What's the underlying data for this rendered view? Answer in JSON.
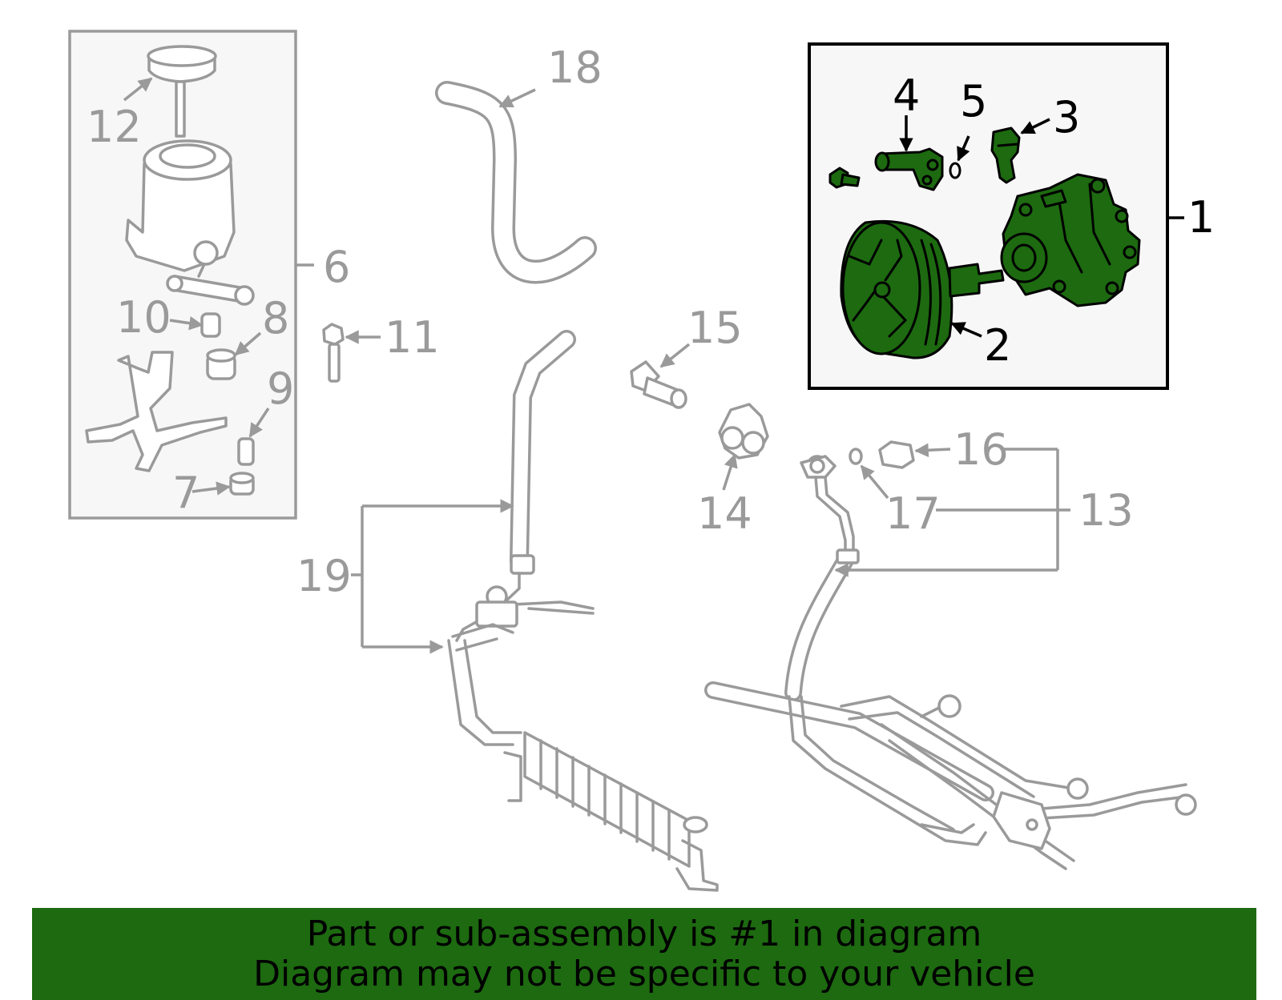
{
  "callouts": {
    "c1": "1",
    "c2": "2",
    "c3": "3",
    "c4": "4",
    "c5": "5",
    "c6": "6",
    "c7": "7",
    "c8": "8",
    "c9": "9",
    "c10": "10",
    "c11": "11",
    "c12": "12",
    "c13": "13",
    "c14": "14",
    "c15": "15",
    "c16": "16",
    "c17": "17",
    "c18": "18",
    "c19": "19"
  },
  "banner": {
    "line1": "Part or sub-assembly is #1 in diagram",
    "line2": "Diagram may not be specific to your vehicle"
  },
  "colors": {
    "highlight": "#1d6a10",
    "outline": "#9a9a9a",
    "box_border": "#000000"
  }
}
